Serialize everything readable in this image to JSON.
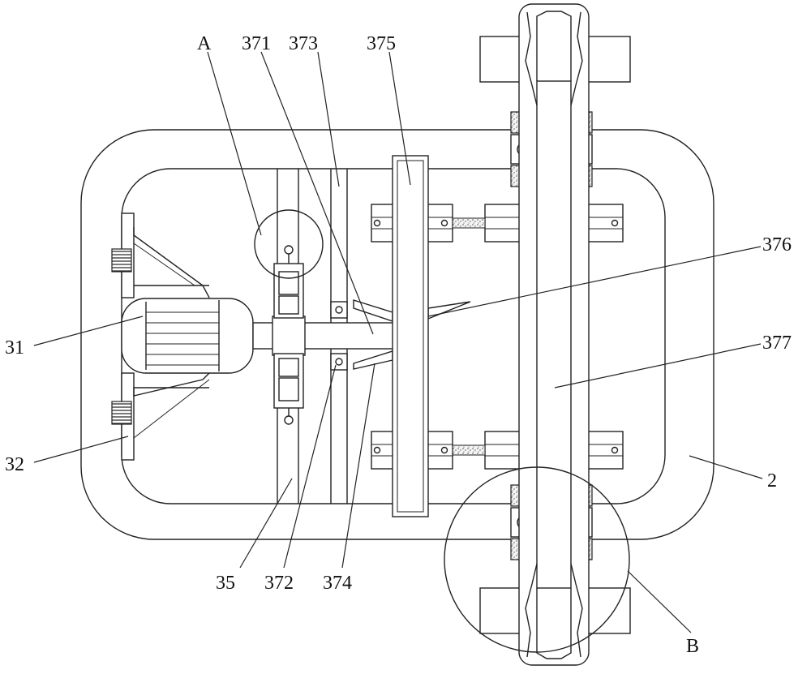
{
  "labels": {
    "A": "A",
    "l371": "371",
    "l373": "373",
    "l375": "375",
    "l376": "376",
    "l377": "377",
    "l31": "31",
    "l32": "32",
    "l2": "2",
    "l35": "35",
    "l372": "372",
    "l374": "374",
    "B": "B"
  },
  "colors": {
    "line": "#222222",
    "background": "#ffffff",
    "speckle": "#555555"
  }
}
